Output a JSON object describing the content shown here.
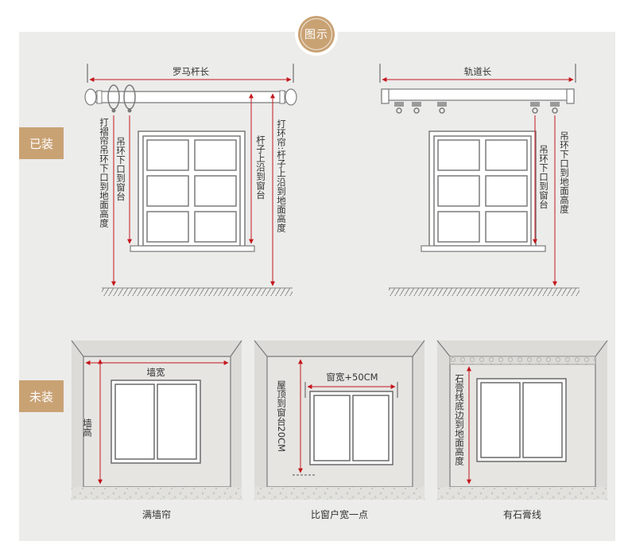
{
  "header": {
    "badge": "图示"
  },
  "sections": {
    "installed": "已装",
    "not_installed": "未装"
  },
  "installed": {
    "roman": {
      "length_label": "罗马杆长",
      "left_label": "打褶帘吊环下口到地面高度",
      "mid_label": "吊环下口到窗台",
      "right_inner_label": "杆子上沿到窗台",
      "right_outer_label": "打环帘:杆子上沿到地面高度"
    },
    "track": {
      "length_label": "轨道长",
      "inner_label": "吊环下口到窗台",
      "outer_label": "吊环下口到地面高度"
    }
  },
  "not_installed": {
    "full_wall": {
      "width_label": "墙宽",
      "height_label": "墙高",
      "caption": "满墙帘"
    },
    "wider": {
      "width_label": "窗宽+50CM",
      "height_label": "屋顶到窗台20CM",
      "caption": "比窗户宽一点"
    },
    "gypsum": {
      "height_label": "石膏线底边到地面高度",
      "caption": "有石膏线"
    }
  },
  "colors": {
    "accent": "#c9a274",
    "measure_red": "#c4171d",
    "panel_bg": "#ececeb"
  }
}
